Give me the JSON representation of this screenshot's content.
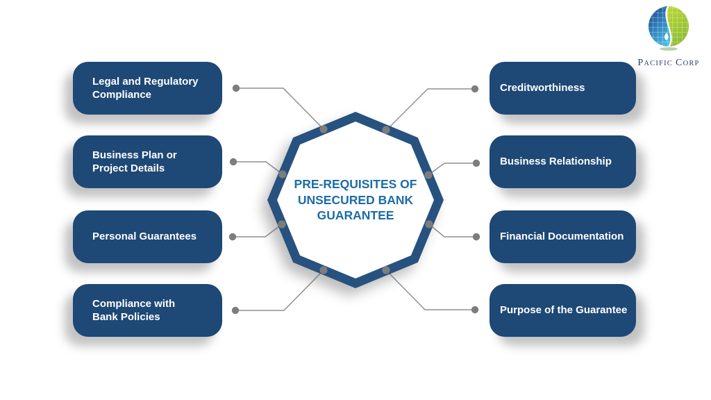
{
  "colors": {
    "background": "#FFFFFF",
    "box_fill": "#1E4875",
    "box_text": "#FFFFFF",
    "octagon_border": "#27517F",
    "octagon_face": "#FFFFFF",
    "center_title_text": "#1B6CA8",
    "connector_line": "#8F8F8F",
    "connector_dot": "#7D7D7D",
    "logo_text": "#2C3A6B",
    "logo_globe_blue_dark": "#173D8C",
    "logo_globe_blue_light": "#45B8E0",
    "logo_globe_green_light": "#B6D433",
    "logo_globe_green_dark": "#7FB437"
  },
  "center": {
    "line1": "PRE-REQUISITES OF",
    "line2": "UNSECURED BANK",
    "line3": "GUARANTEE"
  },
  "diagram": {
    "left_items": [
      {
        "line1": "Legal and Regulatory",
        "line2": "Compliance"
      },
      {
        "line1": "Business Plan or",
        "line2": "Project Details"
      },
      {
        "line1": "Personal Guarantees",
        "line2": ""
      },
      {
        "line1": "Compliance with",
        "line2": "Bank Policies"
      }
    ],
    "right_items": [
      {
        "line1": "Creditworthiness",
        "line2": ""
      },
      {
        "line1": "Business Relationship",
        "line2": ""
      },
      {
        "line1": "Financial Documentation",
        "line2": ""
      },
      {
        "line1": "Purpose of the Guarantee",
        "line2": ""
      }
    ]
  },
  "logo": {
    "company_name": "Pacific Corp",
    "initial_1": "P",
    "rest_1": "ACIFIC",
    "initial_2": "C",
    "rest_2": "ORP"
  }
}
